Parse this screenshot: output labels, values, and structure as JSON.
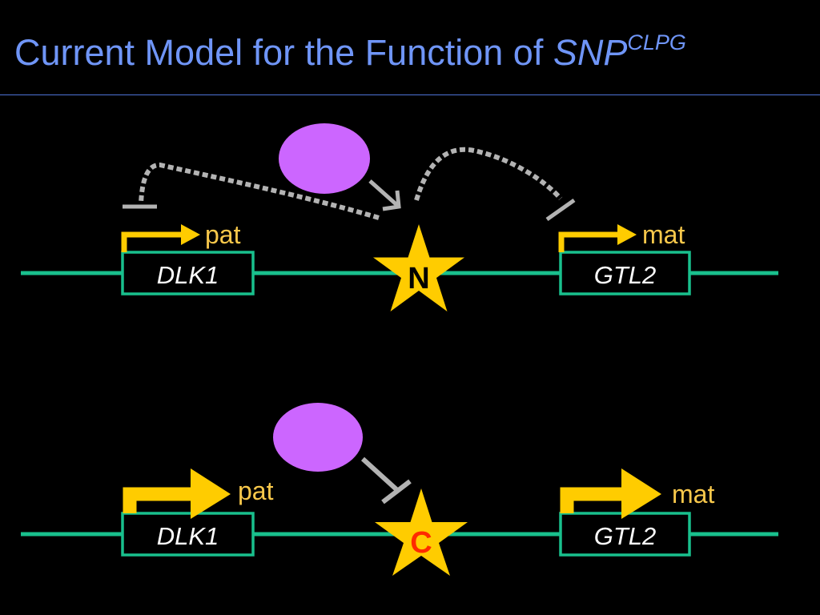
{
  "title": {
    "text": "Current Model for the Function of ",
    "gene": "SNP",
    "superscript": "CLPG"
  },
  "colors": {
    "background": "#000000",
    "title": "#6f95f7",
    "dna": "#19c08d",
    "arrow": "#ffcc00",
    "allele_label": "#f8c84b",
    "star": "#ffcc00",
    "protein": "#cc66ff",
    "inhibit": "#b3b3b3",
    "snp_c": "#ff2a00"
  },
  "top_panel": {
    "gene_left": "DLK1",
    "gene_right": "GTL2",
    "label_left": "pat",
    "label_right": "mat",
    "snp_allele": "N"
  },
  "bottom_panel": {
    "gene_left": "DLK1",
    "gene_right": "GTL2",
    "label_left": "pat",
    "label_right": "mat",
    "snp_allele": "C"
  }
}
